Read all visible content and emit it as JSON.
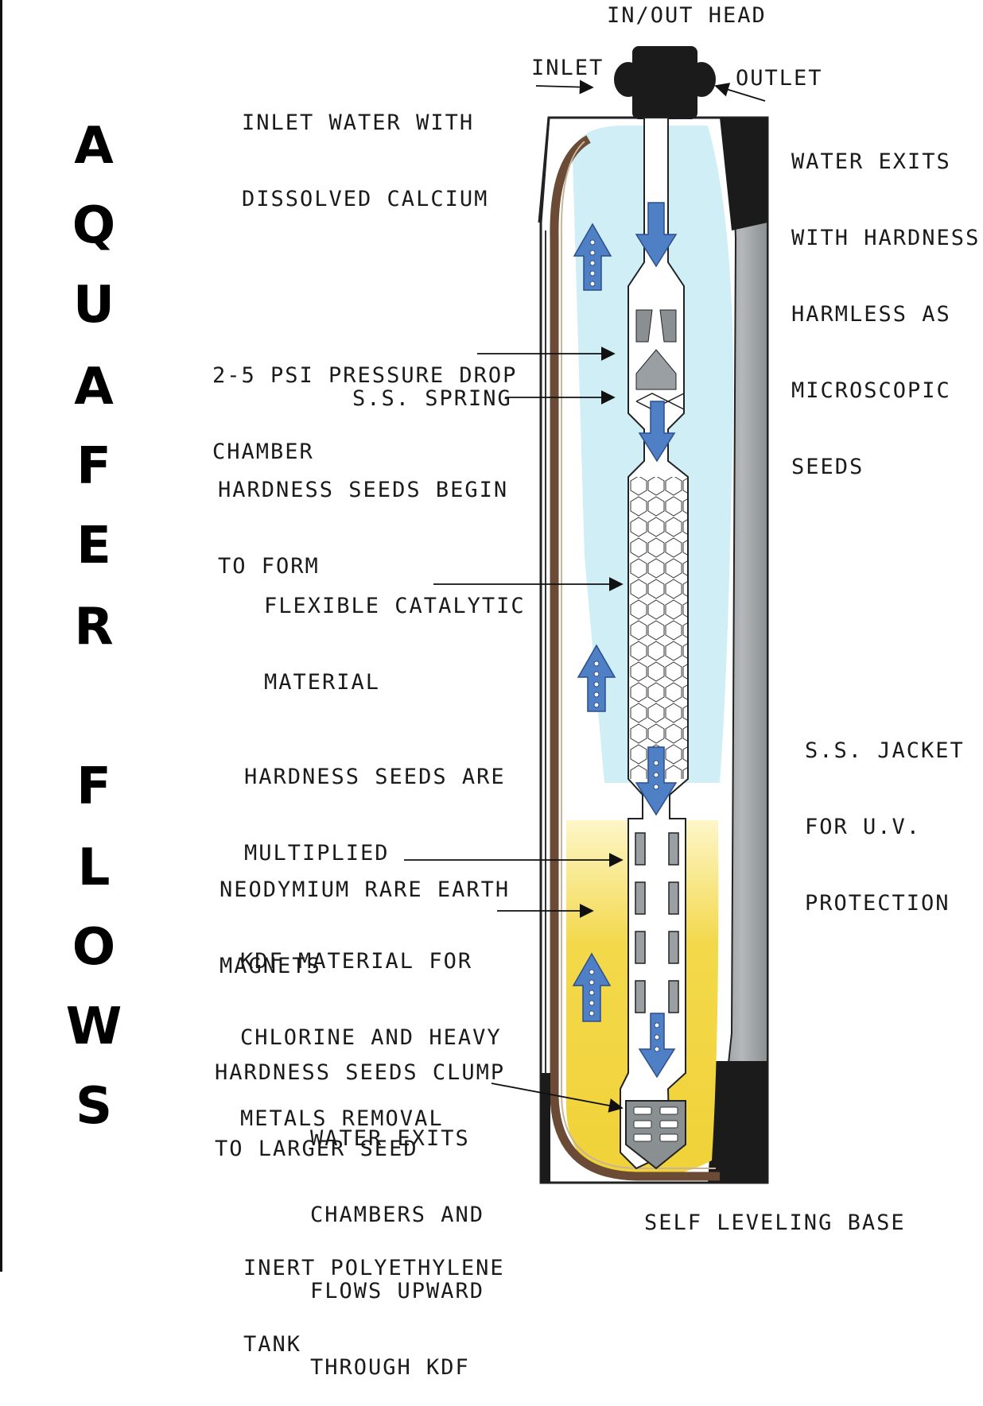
{
  "title_letters": [
    "A",
    "Q",
    "U",
    "A",
    "F",
    "E",
    "R",
    "F",
    "L",
    "O",
    "W",
    "S"
  ],
  "labels": {
    "in_out_head": "IN/OUT HEAD",
    "inlet": "INLET",
    "outlet": "OUTLET",
    "inlet_water": [
      "INLET WATER WITH",
      "DISSOLVED CALCIUM"
    ],
    "water_exits": [
      "WATER EXITS",
      "WITH HARDNESS",
      "HARMLESS AS",
      "MICROSCOPIC",
      "SEEDS"
    ],
    "pressure_drop": [
      "2-5 PSI PRESSURE DROP",
      "CHAMBER"
    ],
    "spring": "S.S. SPRING",
    "seeds_begin": [
      "HARDNESS SEEDS BEGIN",
      "TO FORM"
    ],
    "catalytic": [
      "FLEXIBLE CATALYTIC",
      "MATERIAL"
    ],
    "seeds_multiplied": [
      "HARDNESS SEEDS ARE",
      "MULTIPLIED"
    ],
    "jacket": [
      "S.S. JACKET",
      "FOR U.V.",
      "PROTECTION"
    ],
    "magnets": [
      "NEODYMIUM RARE EARTH",
      "MAGNETS"
    ],
    "kdf": [
      "KDF MATERIAL FOR",
      "CHLORINE AND HEAVY",
      "METALS REMOVAL"
    ],
    "seeds_clump": [
      "HARDNESS SEEDS CLUMP",
      "TO LARGER SEED"
    ],
    "water_exits_chambers": [
      "WATER EXITS",
      "CHAMBERS AND",
      "FLOWS UPWARD",
      "THROUGH KDF"
    ],
    "tank": [
      "INERT POLYETHYLENE",
      "TANK"
    ],
    "base": "SELF LEVELING BASE"
  },
  "colors": {
    "water_blue": "#cfeef5",
    "kdf_yellow": "#f3d84a",
    "arrow_blue": "#4f7fc4",
    "jacket_gray": "#9a9fa3",
    "base_black": "#1b1b1b",
    "tank_brown": "#6b4a36"
  }
}
